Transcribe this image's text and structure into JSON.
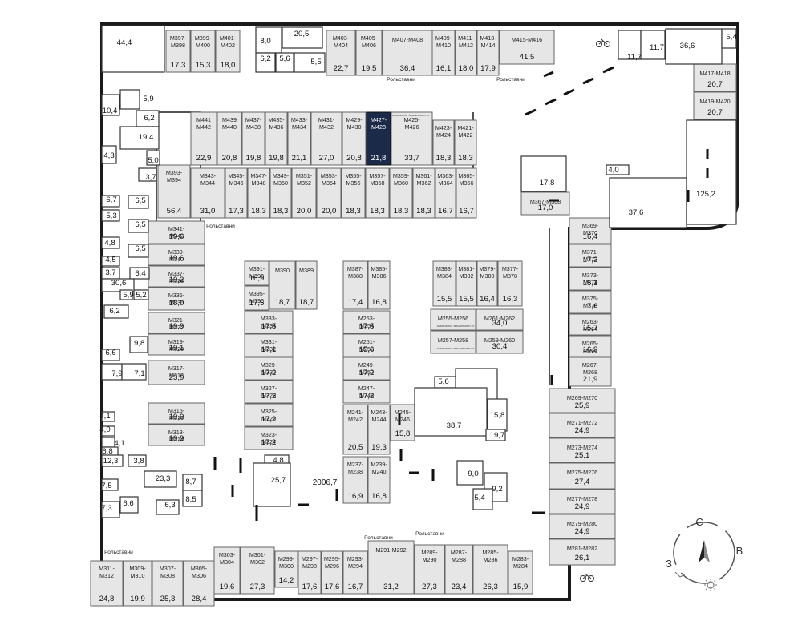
{
  "colors": {
    "unit_fill": "#e6e6e6",
    "selected_fill": "#1c2a4a",
    "wall": "#1a1a1a",
    "compass": "#555555"
  },
  "compass": {
    "north": "С",
    "east": "В",
    "west": "З"
  },
  "notes": {
    "shutters": "Рольставни",
    "dependent": "зависимое машиноместо",
    "central_area": "2006,7"
  },
  "units": [
    {
      "id": "M397-M398",
      "label": "M397-\nM398",
      "area": "17,3"
    },
    {
      "id": "M399-M400",
      "label": "M399-\nM400",
      "area": "15,3"
    },
    {
      "id": "M401-M402",
      "label": "M401-\nM402",
      "area": "18,0"
    },
    {
      "id": "M403-M404",
      "label": "M403-\nM404",
      "area": "22,7"
    },
    {
      "id": "M405-M406",
      "label": "M405-\nM406",
      "area": "19,5"
    },
    {
      "id": "M407-M408",
      "label": "M407-M408",
      "area": "36,4"
    },
    {
      "id": "M409-M410",
      "label": "M409-\nM410",
      "area": "16,1"
    },
    {
      "id": "M411-M412",
      "label": "M411-\nM412",
      "area": "18,0"
    },
    {
      "id": "M413-M414",
      "label": "M413-\nM414",
      "area": "17,9"
    },
    {
      "id": "M415-M416",
      "label": "M415-M416",
      "area": "41,5"
    },
    {
      "id": "M417-M418",
      "label": "M417-M418",
      "area": "20,7"
    },
    {
      "id": "M419-M420",
      "label": "M419-M420",
      "area": "20,7"
    },
    {
      "id": "M441-M442",
      "label": "M441\nM442",
      "area": "22,9"
    },
    {
      "id": "M439-M440",
      "label": "M439\nM440",
      "area": "20,8"
    },
    {
      "id": "M437-M438",
      "label": "M437-\nM438",
      "area": "19,8"
    },
    {
      "id": "M435-M436",
      "label": "M435-\nM436",
      "area": "19,8"
    },
    {
      "id": "M433-M434",
      "label": "M433-\nM434",
      "area": "21,1"
    },
    {
      "id": "M431-M432",
      "label": "M431-\nM432",
      "area": "27,0"
    },
    {
      "id": "M429-M430",
      "label": "M429-\nM430",
      "area": "20,8"
    },
    {
      "id": "M427-M428",
      "label": "M427-\nM428",
      "area": "21,8",
      "selected": true
    },
    {
      "id": "M425-M426",
      "label": "M425-\nM426",
      "area": "33,7"
    },
    {
      "id": "M423-M424",
      "label": "M423-\nM424",
      "area": "18,3"
    },
    {
      "id": "M421-M422",
      "label": "M421-\nM422",
      "area": "18,3"
    },
    {
      "id": "M393-M394",
      "label": "M393-\nM394",
      "area": "56,4"
    },
    {
      "id": "M343-M344",
      "label": "M343-\nM344",
      "area": "31,0"
    },
    {
      "id": "M345-M346",
      "label": "M345-\nM346",
      "area": "17,3"
    },
    {
      "id": "M347-M348",
      "label": "M347-\nM348",
      "area": "18,3"
    },
    {
      "id": "M349-M350",
      "label": "M349-\nM350",
      "area": "18,3"
    },
    {
      "id": "M351-M352",
      "label": "M351-\nM352",
      "area": "20,0"
    },
    {
      "id": "M353-M354",
      "label": "M353-\nM354",
      "area": "20,0"
    },
    {
      "id": "M355-M356",
      "label": "M355-\nM356",
      "area": "18,3"
    },
    {
      "id": "M357-M358",
      "label": "M357-\nM358",
      "area": "18,3"
    },
    {
      "id": "M359-M360",
      "label": "M359-\nM360",
      "area": "18,3"
    },
    {
      "id": "M361-M362",
      "label": "M361-\nM362",
      "area": "18,3"
    },
    {
      "id": "M363-M364",
      "label": "M363-\nM364",
      "area": "16,7"
    },
    {
      "id": "M365-M366",
      "label": "M365-\nM366",
      "area": "16,7"
    },
    {
      "id": "M367-M368",
      "label": "M367-M368",
      "area": "17,0"
    },
    {
      "id": "M341-M342",
      "label": "M341-\nM342",
      "area": "19,6"
    },
    {
      "id": "M339-M340",
      "label": "M339-\nM340",
      "area": "19,6"
    },
    {
      "id": "M337-M338",
      "label": "M337-\nM338",
      "area": "19,2"
    },
    {
      "id": "M335-M336",
      "label": "M335-\nM336",
      "area": "18,0"
    },
    {
      "id": "M321-M322",
      "label": "M321-\nM322",
      "area": "19,9"
    },
    {
      "id": "M319-M320",
      "label": "M319-\nM320",
      "area": "19,1"
    },
    {
      "id": "M317-M318",
      "label": "M317-\nM318",
      "area": "23,9"
    },
    {
      "id": "M315-M316",
      "label": "M315-\nM316",
      "area": "19,9"
    },
    {
      "id": "M313-M314",
      "label": "M313-\nM314",
      "area": "19,9"
    },
    {
      "id": "M391-M392",
      "label": "M391-\nM392",
      "area": "16,9"
    },
    {
      "id": "M395-M396",
      "label": "M395-\nM396",
      "area": "17,5"
    },
    {
      "id": "M390",
      "label": "M390",
      "area": "18,7"
    },
    {
      "id": "M389",
      "label": "M389",
      "area": "18,7"
    },
    {
      "id": "M387-M388",
      "label": "M387-\nM388",
      "area": "17,4"
    },
    {
      "id": "M385-M386",
      "label": "M385-\nM386",
      "area": "16,8"
    },
    {
      "id": "M333-M334",
      "label": "M333-\nM334",
      "area": "17,5"
    },
    {
      "id": "M331-M332",
      "label": "M331-\nM332",
      "area": "17,1"
    },
    {
      "id": "M329-M330",
      "label": "M329-\nM330",
      "area": "17,2"
    },
    {
      "id": "M327-M328",
      "label": "M327-\nM328",
      "area": "17,2"
    },
    {
      "id": "M325-M326",
      "label": "M325-\nM326",
      "area": "17,2"
    },
    {
      "id": "M323-M324",
      "label": "M323-\nM324",
      "area": "17,2"
    },
    {
      "id": "M253-M254",
      "label": "M253-\nM254",
      "area": "17,5"
    },
    {
      "id": "M251-M252",
      "label": "M251-\nM252",
      "area": "15,6"
    },
    {
      "id": "M249-M250",
      "label": "M249-\nM250",
      "area": "17,2"
    },
    {
      "id": "M247-M248",
      "label": "M247-\nM248",
      "area": "17,2"
    },
    {
      "id": "M383-M384",
      "label": "M383-\nM384",
      "area": "15,5"
    },
    {
      "id": "M381-M382",
      "label": "M381-\nM382",
      "area": "15,5"
    },
    {
      "id": "M379-M380",
      "label": "M379-\nM380",
      "area": "16,4"
    },
    {
      "id": "M377-M378",
      "label": "M377-\nM378",
      "area": "16,3"
    },
    {
      "id": "M255-M256",
      "label": "M255-M256",
      "area": ""
    },
    {
      "id": "M261-M262",
      "label": "M261-M262",
      "area": "34,0"
    },
    {
      "id": "M257-M258",
      "label": "M257-M258",
      "area": ""
    },
    {
      "id": "M259-M260",
      "label": "M259-M260",
      "area": "30,4"
    },
    {
      "id": "M369-M370",
      "label": "M369-\nM370",
      "area": "16,4"
    },
    {
      "id": "M371-M372",
      "label": "M371-\nM372",
      "area": "17,3"
    },
    {
      "id": "M373-M374",
      "label": "M373-\nM374",
      "area": "15,1"
    },
    {
      "id": "M375-M376",
      "label": "M375-\nM376",
      "area": "17,6"
    },
    {
      "id": "M263-M264",
      "label": "M263-\nM264",
      "area": "15,7"
    },
    {
      "id": "M265-M266",
      "label": "M265-\nM266",
      "area": "16,9"
    },
    {
      "id": "M267-M268",
      "label": "M267-\nM268",
      "area": "21,9"
    },
    {
      "id": "M269-M270",
      "label": "M269-M270",
      "area": "25,9"
    },
    {
      "id": "M271-M272",
      "label": "M271-M272",
      "area": "24,9"
    },
    {
      "id": "M273-M274",
      "label": "M273-M274",
      "area": "25,1"
    },
    {
      "id": "M275-M276",
      "label": "M275-M276",
      "area": "27,4"
    },
    {
      "id": "M277-M278",
      "label": "M277-M278",
      "area": "24,9"
    },
    {
      "id": "M279-M280",
      "label": "M279-M280",
      "area": "24,9"
    },
    {
      "id": "M281-M282",
      "label": "M281-M282",
      "area": "26,1"
    },
    {
      "id": "M241-M242",
      "label": "M241-\nM242",
      "area": "20,5"
    },
    {
      "id": "M243-M244",
      "label": "M243-\nM244",
      "area": "19,3"
    },
    {
      "id": "M245-M246",
      "label": "M245-\nM246",
      "area": "15,8"
    },
    {
      "id": "M237-M238",
      "label": "M237-\nM238",
      "area": "16,9"
    },
    {
      "id": "M239-M240",
      "label": "M239-\nM240",
      "area": "16,8"
    },
    {
      "id": "M311-M312",
      "label": "M311-\nM312",
      "area": "24,8"
    },
    {
      "id": "M309-M310",
      "label": "M309-\nM310",
      "area": "19,9"
    },
    {
      "id": "M307-M308",
      "label": "M307-\nM308",
      "area": "25,3"
    },
    {
      "id": "M305-M306",
      "label": "M305-\nM306",
      "area": "28,4"
    },
    {
      "id": "M303-M304",
      "label": "M303-\nM304",
      "area": "19,6"
    },
    {
      "id": "M301-M302",
      "label": "M301-\nM302",
      "area": "27,3"
    },
    {
      "id": "M299-M300",
      "label": "M299-\nM300",
      "area": "14,2"
    },
    {
      "id": "M297-M298",
      "label": "M297-\nM298",
      "area": "17,6"
    },
    {
      "id": "M295-M296",
      "label": "M295-\nM296",
      "area": "17,6"
    },
    {
      "id": "M293-M294",
      "label": "M293-\nM294",
      "area": "16,7"
    },
    {
      "id": "M291-M292",
      "label": "M291-M292",
      "area": "31,2"
    },
    {
      "id": "M289-M290",
      "label": "M289-\nM290",
      "area": "27,3"
    },
    {
      "id": "M287-M288",
      "label": "M287-\nM288",
      "area": "23,4"
    },
    {
      "id": "M285-M286",
      "label": "M285-\nM286",
      "area": "26,3"
    },
    {
      "id": "M283-M284",
      "label": "M283-\nM284",
      "area": "15,9"
    }
  ],
  "rooms": [
    {
      "id": "r44-4",
      "area": "44,4"
    },
    {
      "id": "r8-0",
      "area": "8,0"
    },
    {
      "id": "r20-5",
      "area": "20,5"
    },
    {
      "id": "r6-2a",
      "area": "6,2"
    },
    {
      "id": "r5-6a",
      "area": "5,6"
    },
    {
      "id": "r5-5",
      "area": "5,5"
    },
    {
      "id": "r11-7a",
      "area": "11,7"
    },
    {
      "id": "r11-7b",
      "area": "11,7"
    },
    {
      "id": "r36-6",
      "area": "36,6"
    },
    {
      "id": "r5-4a",
      "area": "5,4"
    },
    {
      "id": "r10-4",
      "area": "10,4"
    },
    {
      "id": "r5-9a",
      "area": "5,9"
    },
    {
      "id": "r6-2b",
      "area": "6,2"
    },
    {
      "id": "r19-4",
      "area": "19,4"
    },
    {
      "id": "r4-3",
      "area": "4,3"
    },
    {
      "id": "r5-0",
      "area": "5,0"
    },
    {
      "id": "r3-7",
      "area": "3,7"
    },
    {
      "id": "r6-7",
      "area": "6,7"
    },
    {
      "id": "r6-5a",
      "area": "6,5"
    },
    {
      "id": "r5-3",
      "area": "5,3"
    },
    {
      "id": "r4-8",
      "area": "4,8"
    },
    {
      "id": "r6-5b",
      "area": "6,5"
    },
    {
      "id": "r6-5c",
      "area": "6,5"
    },
    {
      "id": "r4-5",
      "area": "4,5"
    },
    {
      "id": "r3-7b",
      "area": "3,7"
    },
    {
      "id": "r6-4",
      "area": "6,4"
    },
    {
      "id": "r30-6",
      "area": "30,6"
    },
    {
      "id": "r5-9b",
      "area": "5,9"
    },
    {
      "id": "r5-2",
      "area": "5,2"
    },
    {
      "id": "r6-2c",
      "area": "6,2"
    },
    {
      "id": "r19-8",
      "area": "19,8"
    },
    {
      "id": "r6-6a",
      "area": "6,6"
    },
    {
      "id": "r7-9",
      "area": "7,9"
    },
    {
      "id": "r7-1",
      "area": "7,1"
    },
    {
      "id": "r4-1a",
      "area": "4,1"
    },
    {
      "id": "r4-0",
      "area": "4,0"
    },
    {
      "id": "r4-1b",
      "area": "4,1"
    },
    {
      "id": "r6-8",
      "area": "6,8"
    },
    {
      "id": "r12-3",
      "area": "12,3"
    },
    {
      "id": "r3-8",
      "area": "3,8"
    },
    {
      "id": "r7-5",
      "area": "7,5"
    },
    {
      "id": "r23-3",
      "area": "23,3"
    },
    {
      "id": "r8-7",
      "area": "8,7"
    },
    {
      "id": "r7-3",
      "area": "7,3"
    },
    {
      "id": "r6-6b",
      "area": "6,6"
    },
    {
      "id": "r6-3",
      "area": "6,3"
    },
    {
      "id": "r8-5",
      "area": "8,5"
    },
    {
      "id": "r4-8b",
      "area": "4,8"
    },
    {
      "id": "r25-7",
      "area": "25,7"
    },
    {
      "id": "r17-8",
      "area": "17,8"
    },
    {
      "id": "r4-0b",
      "area": "4,0"
    },
    {
      "id": "r37-6",
      "area": "37,6"
    },
    {
      "id": "r125-2",
      "area": "125,2"
    },
    {
      "id": "r5-6b",
      "area": "5,6"
    },
    {
      "id": "r19-1",
      "area": "19,1"
    },
    {
      "id": "r38-7",
      "area": "38,7"
    },
    {
      "id": "r15-8",
      "area": "15,8"
    },
    {
      "id": "r19-7",
      "area": "19,7"
    },
    {
      "id": "r9-0",
      "area": "9,0"
    },
    {
      "id": "r9-2",
      "area": "9,2"
    },
    {
      "id": "r5-4b",
      "area": "5,4"
    }
  ]
}
